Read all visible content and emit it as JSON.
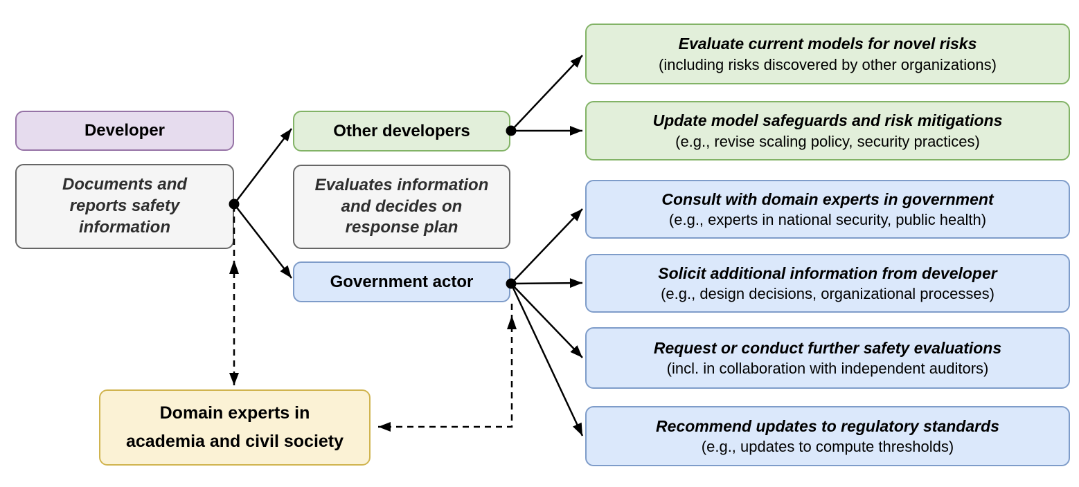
{
  "diagram": {
    "left": {
      "developer": {
        "label": "Developer"
      },
      "documents": {
        "lines": [
          "Documents and",
          "reports safety",
          "information"
        ]
      }
    },
    "middle": {
      "other_developers": {
        "label": "Other developers"
      },
      "evaluates": {
        "lines": [
          "Evaluates information",
          "and decides on",
          "response plan"
        ]
      },
      "government": {
        "label": "Government actor"
      }
    },
    "right_green": [
      {
        "title": "Evaluate current models for novel risks",
        "subtitle": "(including risks discovered by other organizations)"
      },
      {
        "title": "Update model safeguards and risk mitigations",
        "subtitle": "(e.g., revise scaling policy, security practices)"
      }
    ],
    "right_blue": [
      {
        "title": "Consult with domain experts in government",
        "subtitle": "(e.g., experts in national security, public health)"
      },
      {
        "title": "Solicit additional information from developer",
        "subtitle": "(e.g., design decisions, organizational processes)"
      },
      {
        "title": "Request or conduct further safety evaluations",
        "subtitle": "(incl. in collaboration with independent auditors)"
      },
      {
        "title": "Recommend updates to regulatory standards",
        "subtitle": "(e.g., updates to compute thresholds)"
      }
    ],
    "bottom": {
      "domain_experts": {
        "lines": [
          "Domain experts in",
          "academia and civil society"
        ]
      }
    },
    "colors": {
      "purple_fill": "#e6dcee",
      "purple_stroke": "#9673a6",
      "green_fill": "#e2efda",
      "green_stroke": "#82b366",
      "blue_fill": "#dbe8fb",
      "blue_stroke": "#7e9cc9",
      "yellow_fill": "#fbf2d5",
      "yellow_stroke": "#d0b44f",
      "gray_fill": "#f5f5f5",
      "gray_stroke": "#666666",
      "connector": "#000000"
    }
  }
}
